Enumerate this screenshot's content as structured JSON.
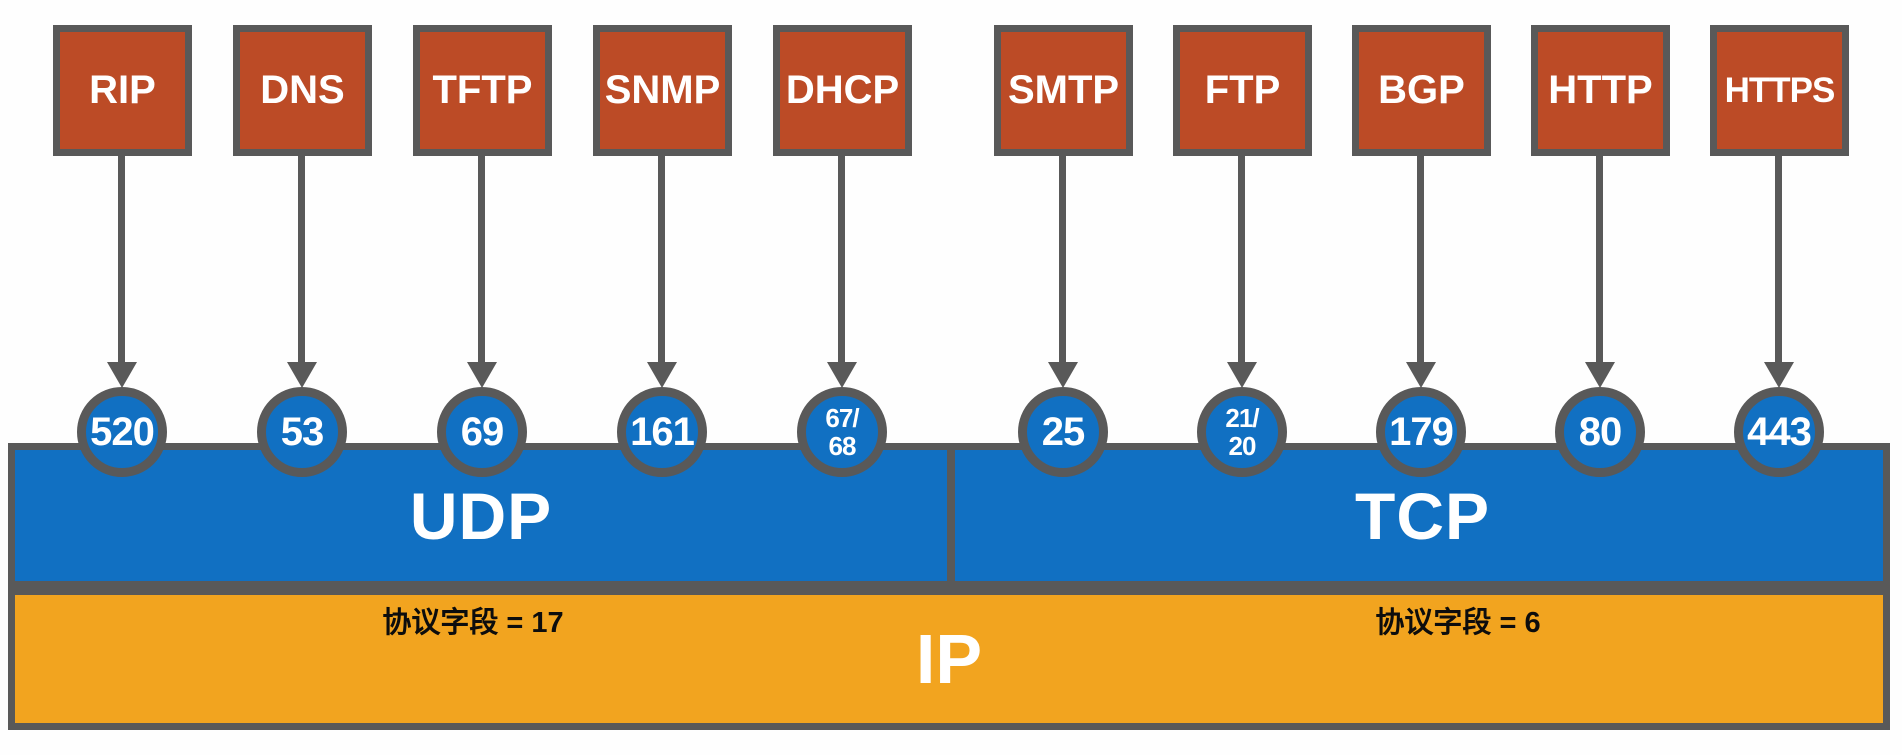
{
  "protocols": [
    {
      "name": "RIP",
      "port": "520",
      "transport": "UDP"
    },
    {
      "name": "DNS",
      "port": "53",
      "transport": "UDP"
    },
    {
      "name": "TFTP",
      "port": "69",
      "transport": "UDP"
    },
    {
      "name": "SNMP",
      "port": "161",
      "transport": "UDP"
    },
    {
      "name": "DHCP",
      "port": "67/68",
      "port_top": "67/",
      "port_bottom": "68",
      "transport": "UDP"
    },
    {
      "name": "SMTP",
      "port": "25",
      "transport": "TCP"
    },
    {
      "name": "FTP",
      "port": "21/20",
      "port_top": "21/",
      "port_bottom": "20",
      "transport": "TCP"
    },
    {
      "name": "BGP",
      "port": "179",
      "transport": "TCP"
    },
    {
      "name": "HTTP",
      "port": "80",
      "transport": "TCP"
    },
    {
      "name": "HTTPS",
      "port": "443",
      "transport": "TCP"
    }
  ],
  "layers": {
    "udp_label": "UDP",
    "tcp_label": "TCP",
    "ip_label": "IP",
    "udp_protocol_field": "协议字段 = 17",
    "tcp_protocol_field": "协议字段 = 6"
  },
  "colors": {
    "protocol_box": "#bc4b26",
    "transport_bar": "#1170c2",
    "ip_bar": "#f2a41f",
    "outline": "#595959"
  }
}
